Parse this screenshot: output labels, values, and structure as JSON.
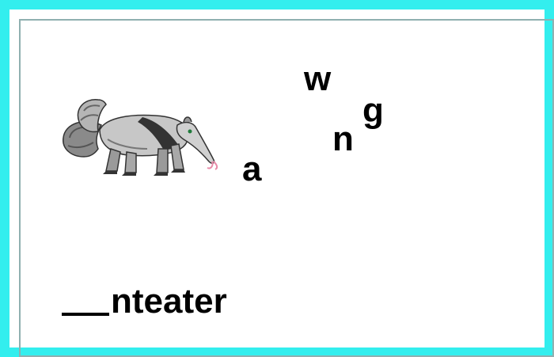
{
  "colors": {
    "frame": "#33eeee",
    "text": "#000000"
  },
  "picture": {
    "icon": "anteater-icon"
  },
  "letters": [
    {
      "id": "w",
      "text": "w"
    },
    {
      "id": "g",
      "text": "g"
    },
    {
      "id": "n",
      "text": "n"
    },
    {
      "id": "a",
      "text": "a"
    }
  ],
  "word": {
    "suffix": "nteater"
  }
}
